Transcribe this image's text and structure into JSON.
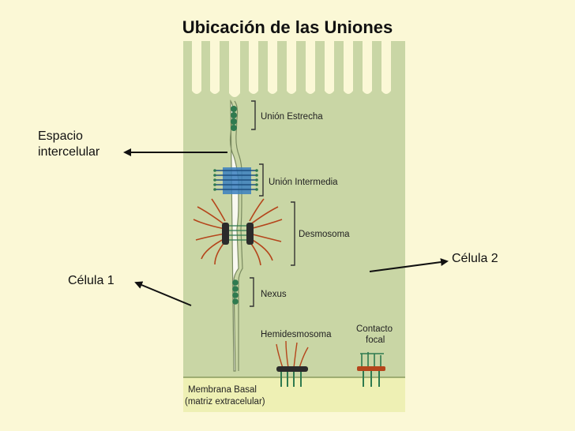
{
  "title": "Ubicación de las Uniones",
  "labels": {
    "espacio_line1": "Espacio",
    "espacio_line2": "intercelular",
    "celula1": "Célula  1",
    "celula2": "Célula 2"
  },
  "figure_labels": {
    "union_estrecha": "Unión Estrecha",
    "union_intermedia": "Unión Intermedia",
    "desmosoma": "Desmosoma",
    "nexus": "Nexus",
    "hemidesmosoma": "Hemidesmosoma",
    "contacto_line1": "Contacto",
    "contacto_line2": "focal",
    "membrana_line1": "Membrana Basal",
    "membrana_line2": "(matriz extracelular)"
  },
  "colors": {
    "background": "#fbf8d6",
    "cell": "#c9d6a5",
    "membrane": "#eef0b4",
    "actin": "#b5451b",
    "junction_green": "#2f7a4f",
    "junction_blue": "#3a7fc0"
  }
}
